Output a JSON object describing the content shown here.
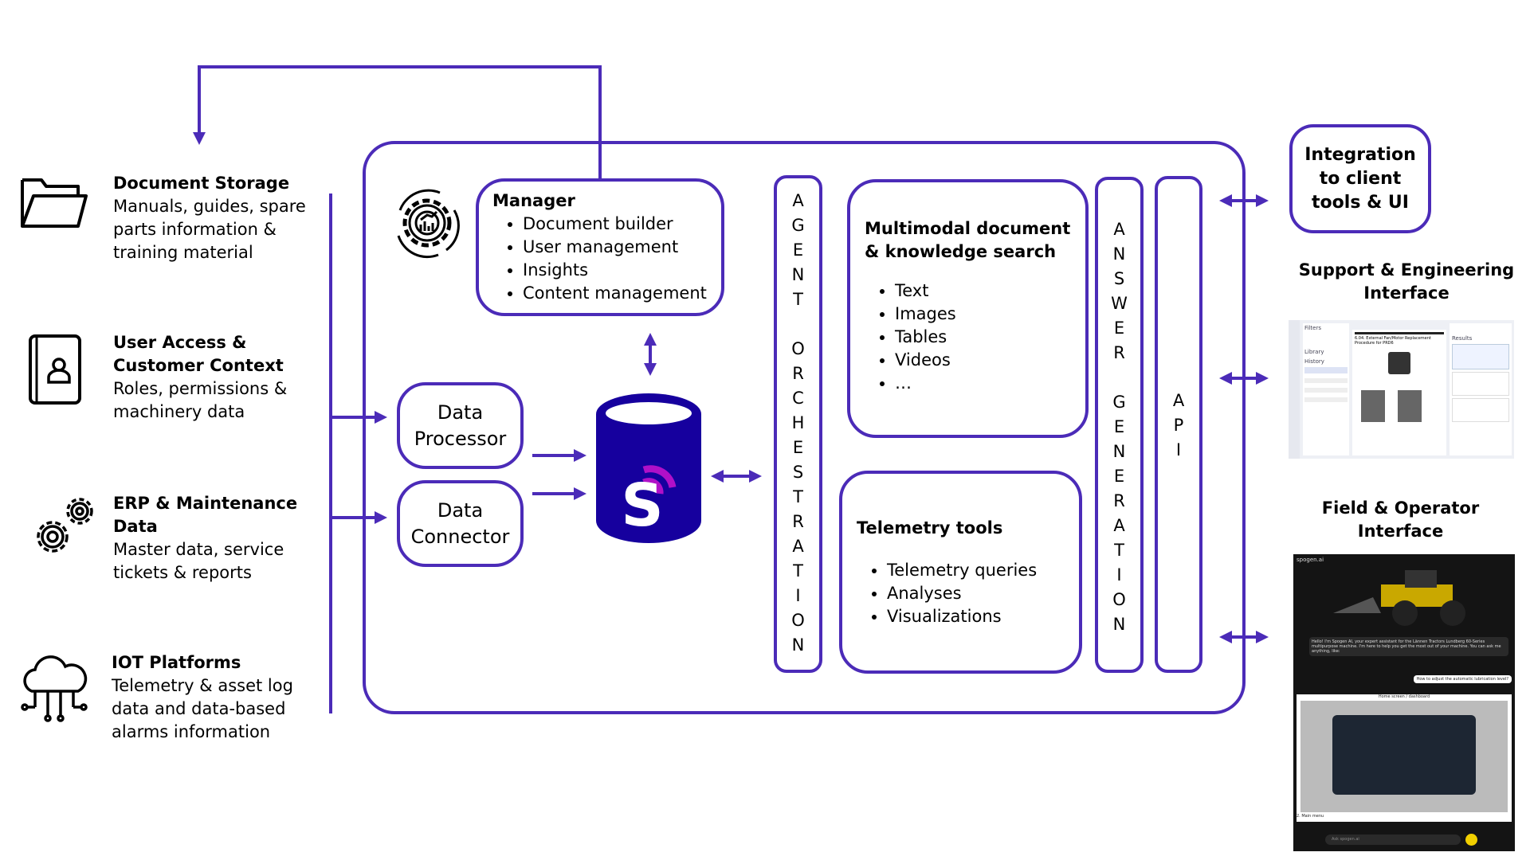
{
  "colors": {
    "accent": "#4B2BB8",
    "database": "#16009E",
    "signal": "#B010C8"
  },
  "sources": [
    {
      "title": "Document Storage",
      "desc": "Manuals, guides, spare parts information & training  material",
      "icon": "folder-icon"
    },
    {
      "title": "User Access & Customer Context",
      "desc": "Roles, permissions & machinery data",
      "icon": "user-badge-icon"
    },
    {
      "title": "ERP & Maintenance Data",
      "desc": "Master data, service tickets & reports",
      "icon": "gears-icon"
    },
    {
      "title": "IOT Platforms",
      "desc": "Telemetry & asset log data and data-based alarms information",
      "icon": "cloud-network-icon"
    }
  ],
  "manager": {
    "title": "Manager",
    "items": [
      "Document builder",
      "User management",
      "Insights",
      "Content management"
    ],
    "icon": "gear-chart-icon"
  },
  "data_processor": "Data Processor",
  "data_connector": "Data Connector",
  "database": {
    "logo": "S",
    "icon": "database-icon"
  },
  "agent_orchestration": "AGENT ORCHESTRATION",
  "search": {
    "title": "Multimodal document & knowledge search",
    "items": [
      "Text",
      "Images",
      "Tables",
      "Videos",
      "…"
    ]
  },
  "telemetry": {
    "title": "Telemetry tools",
    "items": [
      "Telemetry queries",
      "Analyses",
      "Visualizations"
    ]
  },
  "answer_generation": "ANSWER GENERATION",
  "api": "API",
  "integration": "Integration to client tools & UI",
  "support_interface": {
    "title": "Support & Engineering Interface",
    "screenshot": {
      "sidebar": [
        "Filters",
        "Library",
        "History"
      ],
      "doc_heading": "6.04. External Fan/Motor Replacement Procedure for PRD6",
      "results_label": "Results"
    }
  },
  "field_interface": {
    "title": "Field & Operator Interface",
    "screenshot": {
      "app_name": "spogen.ai",
      "greeting": "Hello! I'm Spogen AI, your expert assistant for the Lännen Tractors Lundberg 60-Series multipurpose machine. I'm here to help you get the most out of your machine. You can ask me anything, like:",
      "question": "How to adjust the automatic lubrication level?",
      "image_caption": "Home screen / dashboard",
      "footer": "2. Main menu",
      "input_placeholder": "Ask spogen.ai"
    }
  }
}
